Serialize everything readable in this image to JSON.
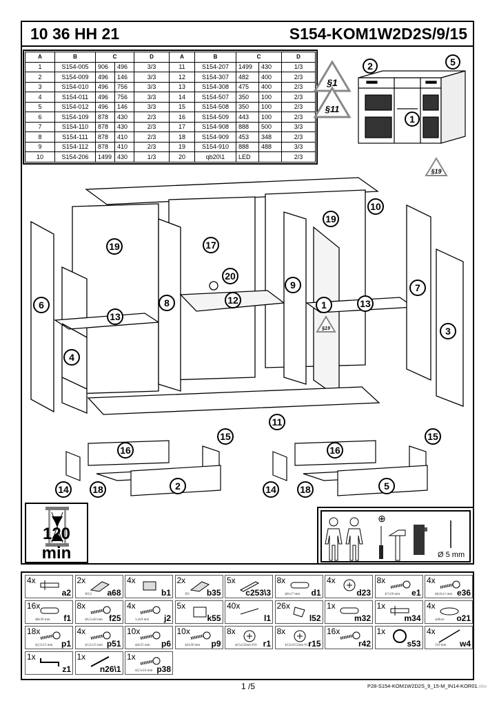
{
  "header": {
    "article_code": "10 36 HH 21",
    "model_code": "S154-KOM1W2D2S/9/15"
  },
  "parts_table": {
    "headers": [
      "A",
      "B",
      "C",
      "D",
      "A",
      "B",
      "C",
      "D"
    ],
    "rows": [
      [
        "1",
        "S154-005",
        "906",
        "496",
        "3/3",
        "11",
        "S154-207",
        "1499",
        "430",
        "1/3"
      ],
      [
        "2",
        "S154-009",
        "496",
        "146",
        "3/3",
        "12",
        "S154-307",
        "482",
        "400",
        "2/3"
      ],
      [
        "3",
        "S154-010",
        "496",
        "756",
        "3/3",
        "13",
        "S154-308",
        "475",
        "400",
        "2/3"
      ],
      [
        "4",
        "S154-011",
        "496",
        "756",
        "3/3",
        "14",
        "S154-507",
        "350",
        "100",
        "2/3"
      ],
      [
        "5",
        "S154-012",
        "496",
        "146",
        "3/3",
        "15",
        "S154-508",
        "350",
        "100",
        "2/3"
      ],
      [
        "6",
        "S154-109",
        "878",
        "430",
        "2/3",
        "16",
        "S154-509",
        "443",
        "100",
        "2/3"
      ],
      [
        "7",
        "S154-110",
        "878",
        "430",
        "2/3",
        "17",
        "S154-908",
        "888",
        "500",
        "3/3"
      ],
      [
        "8",
        "S154-111",
        "878",
        "410",
        "2/3",
        "18",
        "S154-909",
        "453",
        "348",
        "2/3"
      ],
      [
        "9",
        "S154-112",
        "878",
        "410",
        "2/3",
        "19",
        "S154-910",
        "888",
        "488",
        "3/3"
      ],
      [
        "10",
        "S154-206",
        "1499",
        "430",
        "1/3",
        "20",
        "qb20\\1",
        "LED",
        "",
        "2/3"
      ]
    ]
  },
  "warnings": [
    "§1",
    "§11",
    "§19"
  ],
  "product_callouts": [
    "2",
    "5",
    "1"
  ],
  "diagram_callouts": [
    "10",
    "19",
    "19",
    "17",
    "20",
    "12",
    "9",
    "8",
    "6",
    "13",
    "13",
    "1",
    "7",
    "3",
    "4",
    "11",
    "§19"
  ],
  "subassembly_callouts": [
    "15",
    "16",
    "14",
    "18",
    "2",
    "15",
    "16",
    "14",
    "18",
    "5"
  ],
  "assembly_time": "120 min",
  "tools": {
    "drill_bit": "Ø 5 mm",
    "screwdriver_type": "⊕"
  },
  "hardware": [
    {
      "qty": "4x",
      "code": "a2",
      "spec": "",
      "icon": "connector-icon"
    },
    {
      "qty": "2x",
      "code": "a68",
      "spec": "K9,5",
      "icon": "hinge-icon"
    },
    {
      "qty": "4x",
      "code": "b1",
      "spec": "",
      "icon": "hinge-plate-icon"
    },
    {
      "qty": "2x",
      "code": "b35",
      "spec": "D3",
      "icon": "hinge-icon"
    },
    {
      "qty": "5x",
      "code": "c253\\3",
      "spec": "",
      "icon": "bar-icon"
    },
    {
      "qty": "8x",
      "code": "d1",
      "spec": "ϕ8x17 mm",
      "icon": "dowel-icon"
    },
    {
      "qty": "4x",
      "code": "d23",
      "spec": "",
      "icon": "cam-lock-icon"
    },
    {
      "qty": "8x",
      "code": "e1",
      "spec": "ϕ7x50 mm",
      "icon": "screw-icon"
    },
    {
      "qty": "4x",
      "code": "e36",
      "spec": "ϕ6,0x11 mm",
      "icon": "screw-icon"
    },
    {
      "qty": "16x",
      "code": "f1",
      "spec": "ϕ8x30 mm",
      "icon": "dowel-icon"
    },
    {
      "qty": "8x",
      "code": "f25",
      "spec": "ϕ6,5x40 mm",
      "icon": "screw-icon"
    },
    {
      "qty": "4x",
      "code": "j2",
      "spec": "3,4x9 mm",
      "icon": "screw-icon"
    },
    {
      "qty": "5x",
      "code": "k55",
      "spec": "",
      "icon": "box-icon"
    },
    {
      "qty": "40x",
      "code": "l1",
      "spec": "",
      "icon": "nail-icon"
    },
    {
      "qty": "26x",
      "code": "l52",
      "spec": "",
      "icon": "shelf-support-icon"
    },
    {
      "qty": "1x",
      "code": "m32",
      "spec": "",
      "icon": "dowel-icon"
    },
    {
      "qty": "1x",
      "code": "m34",
      "spec": "",
      "icon": "connector-icon"
    },
    {
      "qty": "4x",
      "code": "o21",
      "spec": "silikon",
      "icon": "pad-icon"
    },
    {
      "qty": "18x",
      "code": "p1",
      "spec": "ϕ3,5x13 mm",
      "icon": "screw-icon"
    },
    {
      "qty": "4x",
      "code": "p51",
      "spec": "ϕ3,5x15 mm",
      "icon": "screw-icon"
    },
    {
      "qty": "10x",
      "code": "p6",
      "spec": "ϕ4x35 mm",
      "icon": "screw-icon"
    },
    {
      "qty": "10x",
      "code": "p9",
      "spec": "ϕ4x30 mm",
      "icon": "screw-icon"
    },
    {
      "qty": "8x",
      "code": "r1",
      "spec": "ϕ15x12mm #16",
      "icon": "cam-lock-icon"
    },
    {
      "qty": "8x",
      "code": "r15",
      "spec": "ϕ12x10.5mm #12",
      "icon": "cam-lock-icon"
    },
    {
      "qty": "16x",
      "code": "r42",
      "spec": "",
      "icon": "screw-icon"
    },
    {
      "qty": "1x",
      "code": "s53",
      "spec": "",
      "icon": "ring-icon"
    },
    {
      "qty": "4x",
      "code": "w4",
      "spec": "310 mm",
      "icon": "rod-icon"
    },
    {
      "qty": "1x",
      "code": "z1",
      "spec": "",
      "icon": "hex-key-icon"
    },
    {
      "qty": "1x",
      "code": "n26\\1",
      "spec": "",
      "icon": "strap-icon"
    },
    {
      "qty": "1x",
      "code": "p38",
      "spec": "ϕ3,5x16 mm",
      "icon": "screw-icon"
    }
  ],
  "footer": {
    "page": "1 /5",
    "file": "P28-S154-KOM1W2D2S_9_15-M_IN14-KOR01",
    "file_ext": ".idw"
  }
}
